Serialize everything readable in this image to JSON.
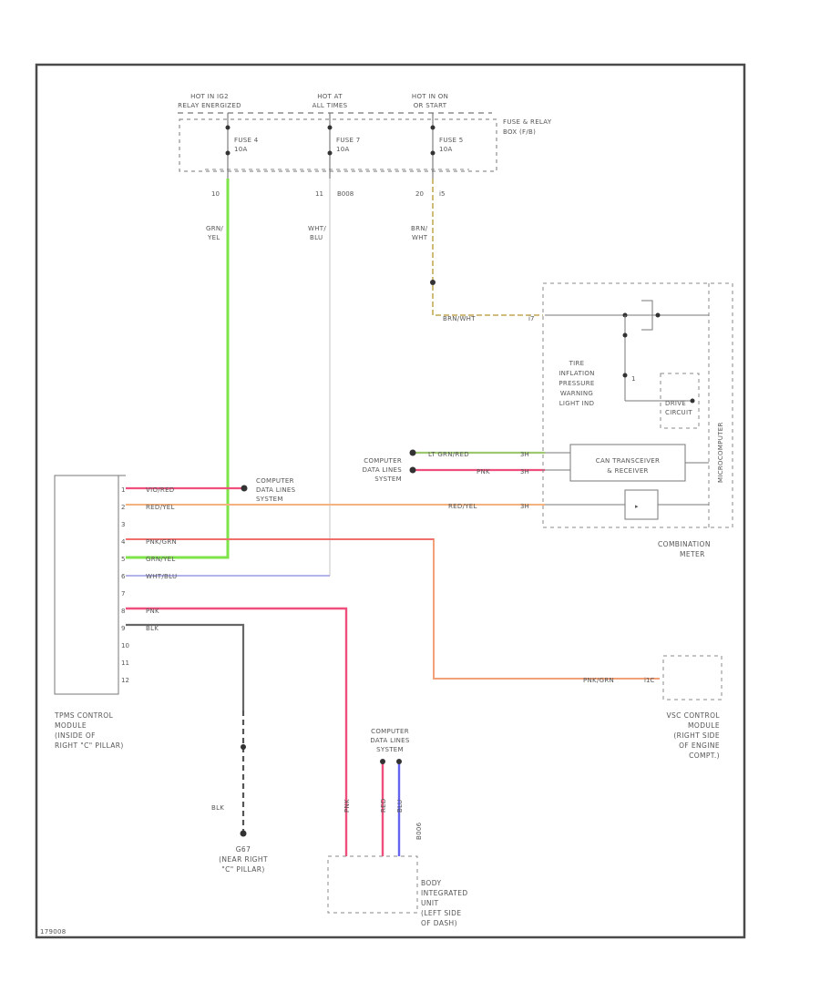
{
  "diagram_id": "179008",
  "fuse_box": {
    "top_labels": [
      {
        "line1": "HOT IN IG2",
        "line2": "RELAY ENERGIZED"
      },
      {
        "line1": "HOT AT",
        "line2": "ALL TIMES"
      },
      {
        "line1": "HOT IN ON",
        "line2": "OR START"
      }
    ],
    "title_line1": "FUSE & RELAY",
    "title_line2": "BOX (F/B)",
    "fuses": [
      {
        "name": "FUSE 4",
        "rating": "10A"
      },
      {
        "name": "FUSE 7",
        "rating": "10A"
      },
      {
        "name": "FUSE 5",
        "rating": "10A"
      }
    ],
    "pins": [
      "10",
      "11",
      "B008",
      "20",
      "i5"
    ]
  },
  "wires": {
    "fuse4_color_line1": "GRN/",
    "fuse4_color_line2": "YEL",
    "fuse7_color_line1": "WHT/",
    "fuse7_color_line2": "BLU",
    "fuse5_color_line1": "BRN/",
    "fuse5_color_line2": "WHT",
    "meter_feed": "BRN/WHT",
    "meter_feed_pin": "i7",
    "lt_grn_red": "LT GRN/RED",
    "lt_grn_red_pin": "3H",
    "pnk": "PNK",
    "pnk_pin": "3H",
    "red_yel_meter": "RED/YEL",
    "red_yel_meter_pin": "3H",
    "pnk_grn_vsc": "PNK/GRN",
    "pnk_grn_vsc_pin": "i1C",
    "blk_ground": "BLK",
    "bdy_pnk": "PNK",
    "bdy_red": "RED",
    "bdy_blu": "BLU",
    "bdy_conn": "B006"
  },
  "module": {
    "pins": [
      {
        "num": "1",
        "color": "VIO/RED"
      },
      {
        "num": "2",
        "color": "RED/YEL"
      },
      {
        "num": "3",
        "color": ""
      },
      {
        "num": "4",
        "color": "PNK/GRN"
      },
      {
        "num": "5",
        "color": "GRN/YEL"
      },
      {
        "num": "6",
        "color": "WHT/BLU"
      },
      {
        "num": "7",
        "color": ""
      },
      {
        "num": "8",
        "color": "PNK"
      },
      {
        "num": "9",
        "color": "BLK"
      },
      {
        "num": "10",
        "color": ""
      },
      {
        "num": "11",
        "color": ""
      },
      {
        "num": "12",
        "color": ""
      }
    ],
    "caption": [
      "TPMS CONTROL",
      "MODULE",
      "(INSIDE OF",
      "RIGHT \"C\" PILLAR)"
    ]
  },
  "comp_data_lines_left": [
    "COMPUTER",
    "DATA LINES",
    "SYSTEM"
  ],
  "comp_data_lines_mid": [
    "COMPUTER",
    "DATA LINES",
    "SYSTEM"
  ],
  "comp_data_lines_bottom": [
    "COMPUTER",
    "DATA LINES",
    "SYSTEM"
  ],
  "combination_meter": {
    "inner_label": [
      "TIRE",
      "INFLATION",
      "PRESSURE",
      "WARNING",
      "LIGHT IND"
    ],
    "can_label_line1": "CAN TRANSCEIVER",
    "can_label_line2": "& RECEIVER",
    "drive_label_line1": "DRIVE",
    "drive_label_line2": "CIRCUIT",
    "side_label": "MICROCOMPUTER",
    "caption": [
      "COMBINATION",
      "METER"
    ]
  },
  "vsc": {
    "caption": [
      "VSC CONTROL",
      "MODULE",
      "(RIGHT SIDE",
      "OF ENGINE",
      "COMPT.)"
    ]
  },
  "ground": {
    "caption": [
      "G67",
      "(NEAR RIGHT",
      "\"C\" PILLAR)"
    ]
  },
  "body_unit": {
    "caption": [
      "BODY",
      "INTEGRATED",
      "UNIT",
      "(LEFT SIDE",
      "OF DASH)"
    ]
  },
  "colors": {
    "grn_yel": "#7fe34a",
    "brn_wht": "#c9b46a",
    "lt_grn": "#9ec870",
    "pnk": "#ef4f7c",
    "red_yel": "#f5b27e",
    "pnk_grn": "#f2a078",
    "wht_blu": "#9a9ae6",
    "blk": "#666666",
    "red": "#ef4f7c",
    "blu": "#6464ee",
    "wht": "#c8c8c8"
  }
}
